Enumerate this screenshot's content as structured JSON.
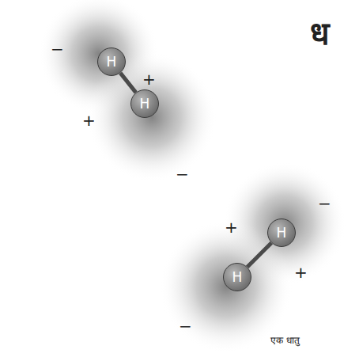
{
  "diagram": {
    "nodes": [
      {
        "text": [
          "H"
        ]
      },
      {
        "text": [
          "H"
        ]
      },
      {
        "text": [
          "H"
        ]
      },
      {
        "text": [
          "H"
        ]
      }
    ],
    "edges": [
      {
        "from": 0,
        "to": 1,
        "arrow": "none"
      },
      {
        "from": 2,
        "to": 3,
        "arrow": "none"
      }
    ],
    "labels": [
      "ध",
      "−",
      "+",
      "+",
      "−",
      "−",
      "+",
      "+",
      "−",
      "एक धातु"
    ]
  }
}
